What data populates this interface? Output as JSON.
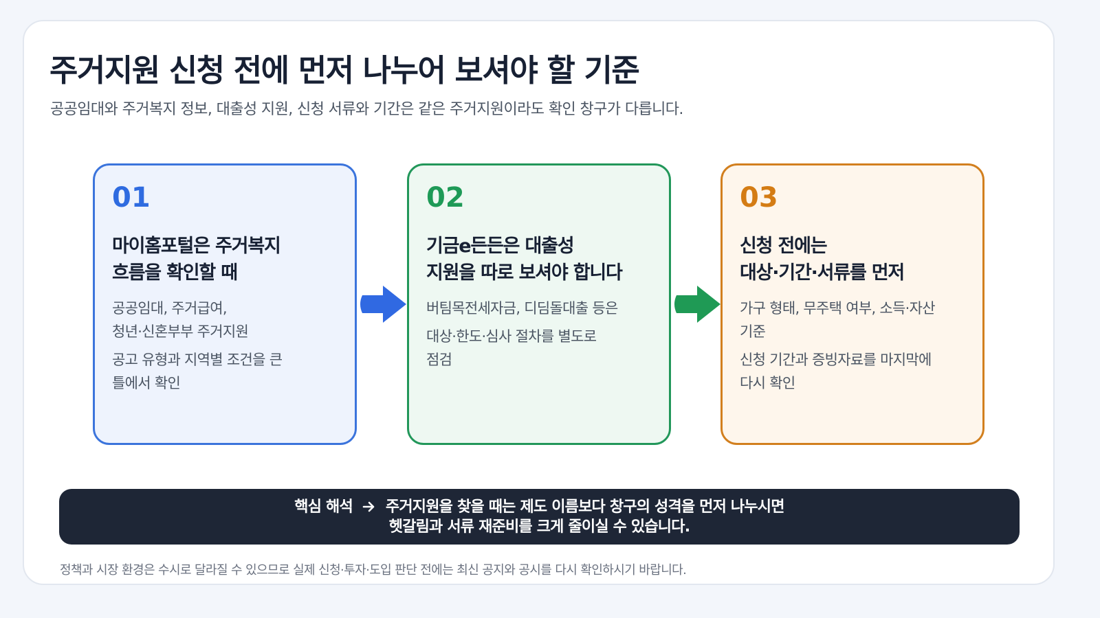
{
  "title": "주거지원 신청 전에 먼저 나누어 보셔야 할 기준",
  "subtitle": "공공임대와 주거복지 정보, 대출성 지원, 신청 서류와 기간은 같은 주거지원이라도 확인 창구가 다릅니다.",
  "cards": [
    {
      "number": "01",
      "heading_lines": [
        "마이홈포털은 주거복지",
        "흐름을 확인할 때"
      ],
      "items": [
        [
          "공공임대, 주거급여,",
          "청년·신혼부부 주거지원"
        ],
        [
          "공고 유형과 지역별 조건을 큰",
          "틀에서 확인"
        ]
      ],
      "color": "#3b74dc"
    },
    {
      "number": "02",
      "heading_lines": [
        "기금e든든은 대출성",
        "지원을 따로 보셔야 합니다"
      ],
      "items": [
        [
          "버팀목전세자금, 디딤돌대출 등은"
        ],
        [
          "대상·한도·심사 절차를 별도로",
          "점검"
        ]
      ],
      "color": "#22975a"
    },
    {
      "number": "03",
      "heading_lines": [
        "신청 전에는",
        "대상·기간·서류를 먼저"
      ],
      "items": [
        [
          "가구 형태, 무주택 여부, 소득·자산",
          "기준"
        ],
        [
          "신청 기간과 증빙자료를 마지막에",
          "다시 확인"
        ]
      ],
      "color": "#d27f1e"
    }
  ],
  "arrows": [
    {
      "icon": "right-arrow-icon",
      "color": "#3069e2"
    },
    {
      "icon": "right-arrow-icon",
      "color": "#1f9a55"
    }
  ],
  "banner": {
    "label": "핵심 해석",
    "arrow_icon": "right-arrow-icon",
    "line1": "주거지원을 찾을 때는 제도 이름보다 창구의 성격을 먼저 나누시면",
    "line2": "헷갈림과 서류 재준비를 크게 줄이실 수 있습니다."
  },
  "footnote": "정책과 시장 환경은 수시로 달라질 수 있으므로 실제 신청·투자·도입 판단 전에는 최신 공지와 공시를 다시 확인하시기 바랍니다."
}
